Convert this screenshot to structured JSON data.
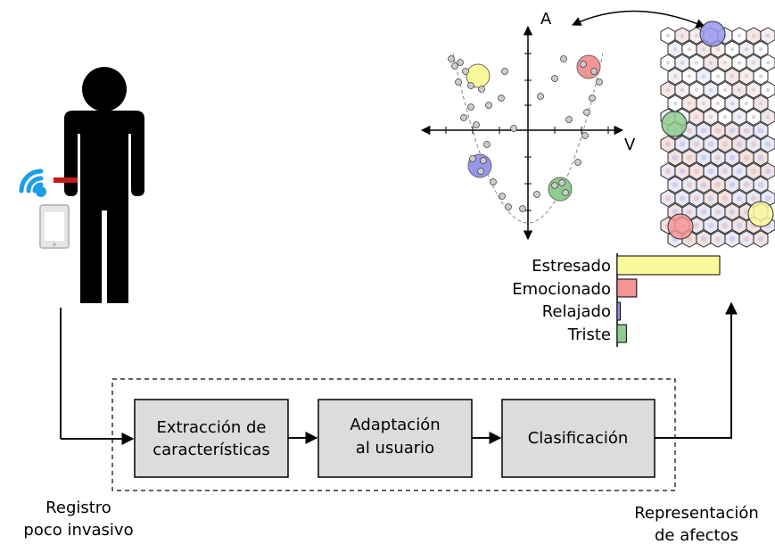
{
  "colors": {
    "stressed": "#fbfa9b",
    "excited": "#f49595",
    "relaxed": "#9696ee",
    "sad": "#8fcd8f",
    "box_fill": "#dcdcdc",
    "wifi": "#1a9ee5",
    "band": "#c41c1c"
  },
  "icons": [
    "person-silhouette-icon",
    "wifi-signal-icon",
    "smartphone-icon",
    "self-organizing-map-icon"
  ],
  "labels": {
    "axis_v": "V",
    "axis_a": "A",
    "recording_line1": "Registro",
    "recording_line2": "poco invasivo",
    "representation_line1": "Representación",
    "representation_line2": "de afectos"
  },
  "pipeline": {
    "extraction_line1": "Extracción de",
    "extraction_line2": "características",
    "adaptation_line1": "Adaptación",
    "adaptation_line2": "al usuario",
    "classification": "Clasificación"
  },
  "affects": [
    {
      "label": "Estresado",
      "value": 1.0,
      "color": "#fbfa9b"
    },
    {
      "label": "Emocionado",
      "value": 0.19,
      "color": "#f49595"
    },
    {
      "label": "Relajado",
      "value": 0.03,
      "color": "#9696ee"
    },
    {
      "label": "Triste",
      "value": 0.09,
      "color": "#8fcd8f"
    }
  ]
}
